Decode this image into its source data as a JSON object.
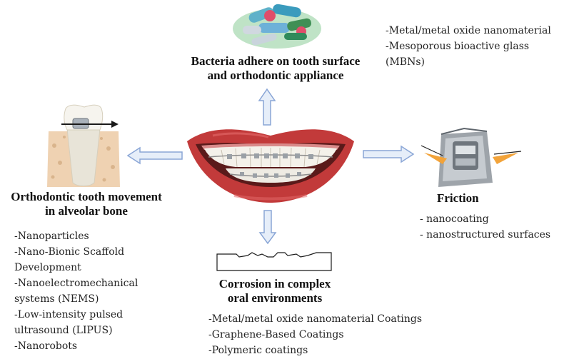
{
  "top": {
    "title_lines": [
      "Bacteria adhere on tooth surface",
      "and orthodontic appliance"
    ],
    "items": [
      "-Metal/metal oxide nanomaterial",
      "-Mesoporous bioactive glass",
      "(MBNs)"
    ]
  },
  "left": {
    "title_lines": [
      "Orthodontic tooth  movement",
      "in alveolar bone"
    ],
    "items": [
      "-Nanoparticles",
      "-Nano-Bionic Scaffold",
      "Development",
      "-Nanoelectromechanical",
      "systems (NEMS)",
      "-Low-intensity pulsed",
      "ultrasound (LIPUS)",
      "-Nanorobots"
    ]
  },
  "right": {
    "title": "Friction",
    "items": [
      "- nanocoating",
      "- nanostructured surfaces"
    ]
  },
  "bottom": {
    "title_lines": [
      "Corrosion in complex",
      "oral environments"
    ],
    "items": [
      "-Metal/metal oxide nanomaterial Coatings",
      "-Graphene-Based Coatings",
      "-Polymeric coatings"
    ]
  },
  "colors": {
    "arrow_fill": "#e6eef9",
    "arrow_stroke": "#8aa6d6",
    "lips": "#c23a3a",
    "gum": "#d98a8a"
  }
}
